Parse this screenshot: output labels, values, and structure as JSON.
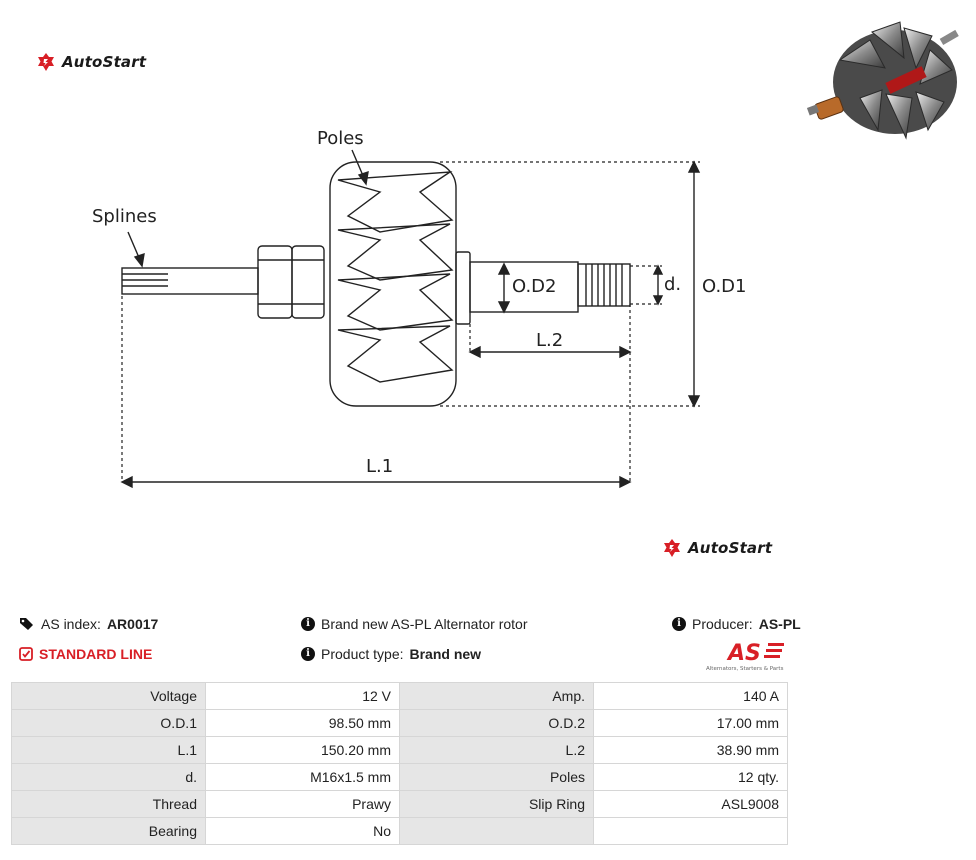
{
  "brand": {
    "name": "AutoStart",
    "accent": "#d81f26"
  },
  "diagram": {
    "labels": {
      "poles": "Poles",
      "splines": "Splines",
      "od2": "O.D2",
      "d": "d.",
      "od1": "O.D1",
      "l2": "L.2",
      "l1": "L.1"
    }
  },
  "info": {
    "as_index_label": "AS index:",
    "as_index_value": "AR0017",
    "line": "STANDARD LINE",
    "description": "Brand new AS-PL Alternator rotor",
    "product_type_label": "Product type:",
    "product_type_value": "Brand new",
    "producer_label": "Producer:",
    "producer_value": "AS-PL",
    "producer_logo_text": "AS",
    "producer_logo_tagline": "Alternators, Starters & Parts"
  },
  "specs": [
    [
      "Voltage",
      "12 V",
      "Amp.",
      "140 A"
    ],
    [
      "O.D.1",
      "98.50 mm",
      "O.D.2",
      "17.00 mm"
    ],
    [
      "L.1",
      "150.20 mm",
      "L.2",
      "38.90 mm"
    ],
    [
      "d.",
      "M16x1.5 mm",
      "Poles",
      "12 qty."
    ],
    [
      "Thread",
      "Prawy",
      "Slip Ring",
      "ASL9008"
    ],
    [
      "Bearing",
      "No",
      "",
      ""
    ]
  ]
}
